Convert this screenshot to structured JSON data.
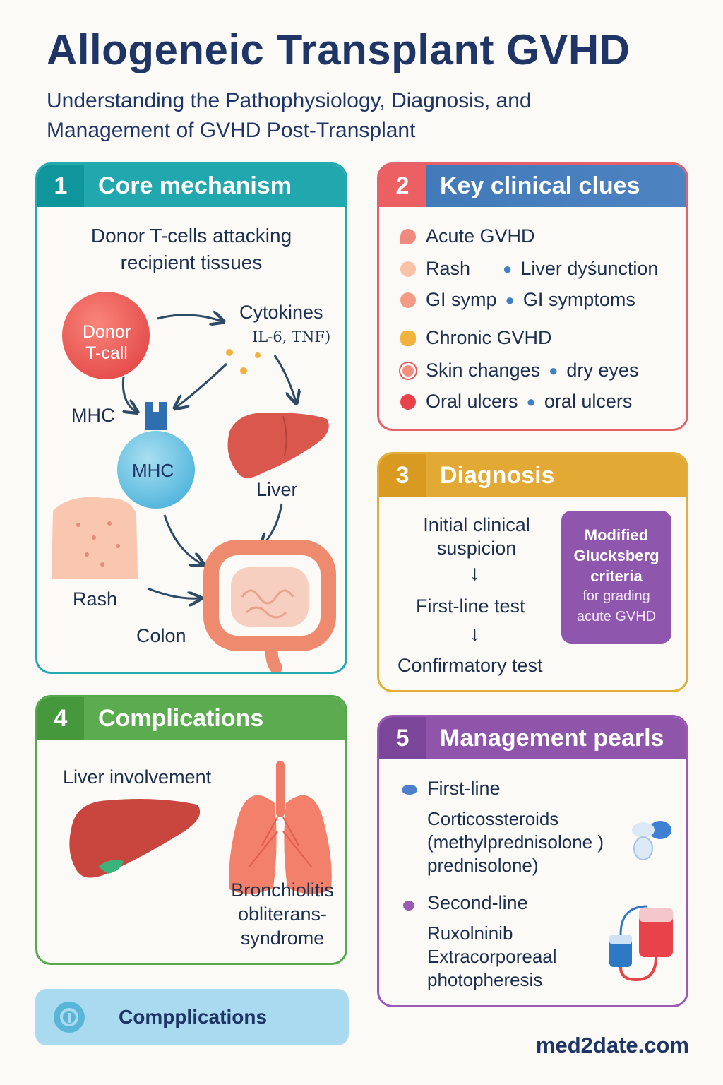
{
  "header": {
    "title": "Allogeneic Transplant GVHD",
    "subtitle": "Understanding the Pathophysiology, Diagnosis, and Management of GVHD Post-Transplant"
  },
  "panel1": {
    "num": "1",
    "title": "Core mechanism",
    "caption_line1": "Donor T-cells attacking",
    "caption_line2": "recipient tissues",
    "donor_line1": "Donor",
    "donor_line2": "T-call",
    "cytokines": "Cytokines",
    "cytokines_sub": "IL-6, TNF)",
    "mhc_outer": "MHC",
    "mhc_inner": "MHC",
    "liver": "Liver",
    "rash": "Rash",
    "colon": "Colon"
  },
  "panel2": {
    "num": "2",
    "title": "Key clinical clues",
    "acute": "Acute GVHD",
    "rash": "Rash",
    "liver": "Liver dyśunction",
    "gi_a": "GI symp",
    "gi_b": "GI symptoms",
    "chronic": "Chronic GVHD",
    "skin": "Skin changes",
    "dry": "dry eyes",
    "oral_a": "Oral ulcers",
    "oral_b": "oral ulcers"
  },
  "panel3": {
    "num": "3",
    "title": "Diagnosis",
    "step1_line1": "Initial clinical",
    "step1_line2": "suspicion",
    "step2": "First-line test",
    "step3": "Confirmatory test",
    "box_line1": "Modified",
    "box_line2": "Glucksberg",
    "box_line3": "criteria",
    "box_line4": "for grading",
    "box_line5": "acute GVHD"
  },
  "panel4": {
    "num": "4",
    "title": "Complications",
    "liver": "Liver involvement",
    "bo_line1": "Bronchiolitis",
    "bo_line2": "obliterans-",
    "bo_line3": "syndrome"
  },
  "panel5": {
    "num": "5",
    "title": "Management pearls",
    "first": "First-line",
    "first_line1": "Corticossteroids",
    "first_line2": "(methylprednisolone )",
    "first_line3": "prednisolone)",
    "second": "Second-line",
    "second_line1": "Ruxolninib",
    "second_line2": "Extracorporeaal",
    "second_line3": "photopheresis"
  },
  "bottom": {
    "label": "Compplications"
  },
  "footer": {
    "site": "med2date.com"
  },
  "icons": {
    "info": "info-icon",
    "pill": "pill-icon",
    "iv_bag": "iv-bag-icon",
    "liver": "liver-icon",
    "lungs": "lungs-icon",
    "colon": "colon-icon",
    "skin": "skin-rash-icon"
  },
  "colors": {
    "teal": "#21a7ae",
    "red": "#ec5f63",
    "blue": "#3f78b8",
    "gold": "#e2a935",
    "green": "#5aac4f",
    "purple": "#8e55ab"
  }
}
